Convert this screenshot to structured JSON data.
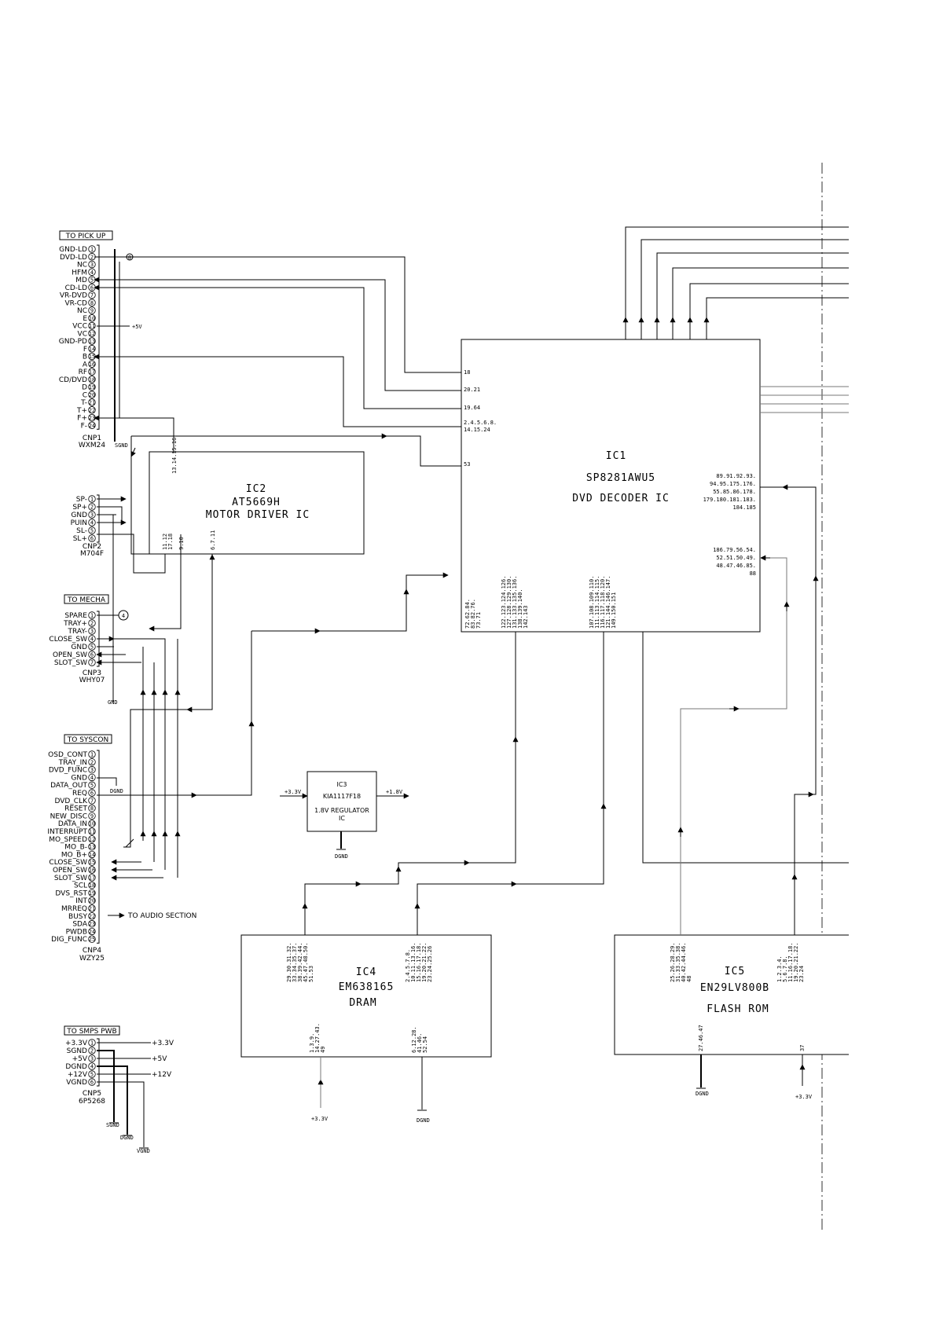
{
  "connectors": {
    "cnp1": {
      "title": "TO PICK UP",
      "name": "CNP1",
      "part": "WXM24",
      "pins": [
        "GND-LD",
        "DVD-LD",
        "NC",
        "HFM",
        "MD",
        "CD-LD",
        "VR-DVD",
        "VR-CD",
        "NC",
        "E",
        "VCC",
        "VC",
        "GND-PD",
        "F",
        "B",
        "A",
        "RF",
        "CD/DVD",
        "D",
        "C",
        "T-",
        "T+",
        "F+",
        "F-"
      ],
      "nums": [
        "1",
        "2",
        "3",
        "4",
        "5",
        "6",
        "7",
        "8",
        "9",
        "10",
        "11",
        "12",
        "13",
        "14",
        "15",
        "16",
        "17",
        "18",
        "19",
        "20",
        "21",
        "22",
        "23",
        "24"
      ],
      "net_vcc": "+5V",
      "gnd": "SGND"
    },
    "cnp2": {
      "name": "CNP2",
      "part": "M704F",
      "pins": [
        "SP-",
        "SP+",
        "GND",
        "PUIN",
        "SL-",
        "SL+"
      ],
      "nums": [
        "1",
        "2",
        "3",
        "4",
        "5",
        "6"
      ]
    },
    "cnp3": {
      "title": "TO MECHA",
      "name": "CNP3",
      "part": "WHY07",
      "pins": [
        "SPARE",
        "TRAY+",
        "TRAY-",
        "CLOSE_SW",
        "GND",
        "OPEN_SW",
        "SLOT_SW"
      ],
      "nums": [
        "1",
        "2",
        "3",
        "4",
        "5",
        "6",
        "7"
      ],
      "gnd": "GND"
    },
    "cnp4": {
      "title": "TO SYSCON",
      "name": "CNP4",
      "part": "WZY25",
      "pins": [
        "OSD_CONT",
        "TRAY_IN",
        "DVD_FUNC",
        "GND",
        "DATA_OUT",
        "REQ",
        "DVD_CLK",
        "RESET",
        "NEW_DISC",
        "DATA_IN",
        "INTERRUPT",
        "MO_SPEED",
        "MO_B-",
        "MO_B+",
        "CLOSE_SW",
        "OPEN_SW",
        "SLOT_SW",
        "SCL",
        "DVS_RST",
        "INT",
        "MRREQ",
        "BUSY",
        "SDA",
        "PWDB",
        "DIG_FUNC"
      ],
      "nums": [
        "1",
        "2",
        "3",
        "4",
        "5",
        "6",
        "7",
        "8",
        "9",
        "10",
        "11",
        "12",
        "13",
        "14",
        "15",
        "16",
        "17",
        "18",
        "19",
        "20",
        "21",
        "22",
        "23",
        "24",
        "25"
      ],
      "gnd": "DGND",
      "audio_note": "TO AUDIO SECTION"
    },
    "cnp5": {
      "title": "TO SMPS PWB",
      "name": "CNP5",
      "part": "6P5268",
      "pins": [
        "+3.3V",
        "SGND",
        "+5V",
        "DGND",
        "+12V",
        "VGND"
      ],
      "nums": [
        "1",
        "2",
        "3",
        "4",
        "5",
        "6"
      ],
      "nets": [
        "+3.3V",
        "+5V",
        "+12V"
      ],
      "gnds": [
        "SGND",
        "DGND",
        "VGND"
      ]
    }
  },
  "ics": {
    "ic1": {
      "ref": "IC1",
      "part": "SP8281AWU5",
      "desc": "DVD DECODER IC",
      "pins_left": [
        "18",
        "20.21",
        "19.64",
        "2.4.5.6.8.",
        "14.15.24",
        "53"
      ],
      "pins_right_a": [
        "89.91.92.93.",
        "94.95.175.176.",
        "55.85.86.178.",
        "179.180.181.183.",
        "184.185"
      ],
      "pins_right_b": [
        "186.79.56.54.",
        "52.51.50.49.",
        "48.47.46.85.",
        "88"
      ],
      "pins_bot_a": [
        "72.62.84.",
        "83.82.76.",
        "73.71"
      ],
      "pins_bot_b": [
        "122.123.124.126.",
        "127.128.129.130.",
        "131.133.135.136.",
        "138.139.140.",
        "142.143"
      ],
      "pins_bot_c": [
        "107.108.109.110.",
        "111.113.114.115.",
        "116.117.118.120.",
        "121.144.146.147.",
        "149.150.151"
      ]
    },
    "ic2": {
      "ref": "IC2",
      "part": "AT5669H",
      "desc": "MOTOR DRIVER IC",
      "pins_a": "13.14.15.16",
      "pins_b": "11.12",
      "pins_c": "17.18",
      "pins_d": "9.10",
      "pins_e": "6.7.11"
    },
    "ic3": {
      "ref": "IC3",
      "part": "KIA1117F18",
      "desc1": "1.8V REGULATOR",
      "desc2": "IC",
      "in": "+3.3V",
      "out": "+1.8V",
      "gnd": "DGND"
    },
    "ic4": {
      "ref": "IC4",
      "part": "EM638165",
      "desc": "DRAM",
      "pins_a": [
        "29.30.31.32.",
        "33.34.35.37.",
        "38.39.42.44.",
        "45.47.48.50.",
        "51.53"
      ],
      "pins_b": [
        "2.4.5.7.8.",
        "10.11.13.16.",
        "15.16.17.18.",
        "19.20.21.22.",
        "23.24.25.26"
      ],
      "pins_c": [
        "1.3.9.",
        "14.27.43.",
        "49"
      ],
      "pins_d": [
        "6.12.28.",
        "41.46.",
        "52.54"
      ],
      "vcc": "+3.3V",
      "gnd": "DGND"
    },
    "ic5": {
      "ref": "IC5",
      "part": "EN29LV800B",
      "desc": "FLASH ROM",
      "pins_a": [
        "25.26.28.29.",
        "31.33.35.38.",
        "40.42.44.46.",
        "48"
      ],
      "pins_b": [
        "1.2.3.4.",
        "5.6.7.8.",
        "11.16.17.18.",
        "19.20.21.22.",
        "23.24"
      ],
      "pins_c": "27.46.47",
      "pins_d": "37",
      "gnd": "DGND",
      "vcc": "+3.3V"
    }
  },
  "misc": {
    "circle_a": "8",
    "circle_b": "4"
  },
  "colors": {
    "wire": "#000000",
    "grey_wire": "#777777",
    "background": "#ffffff"
  }
}
